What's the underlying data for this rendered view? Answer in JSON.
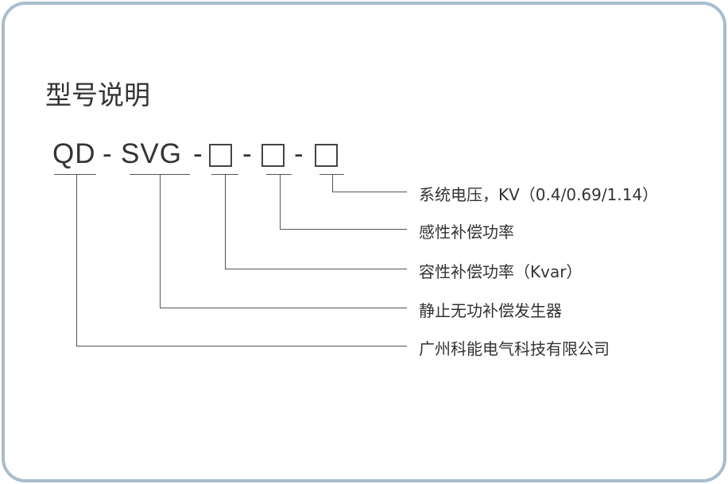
{
  "title": "型号说明",
  "model": {
    "part1": "QD",
    "dash": "-",
    "part2": "SVG"
  },
  "labels": [
    "系统电压，KV（0.4/0.69/1.14）",
    "感性补偿功率",
    "容性补偿功率（Kvar）",
    "静止无功补偿发生器",
    "广州科能电气科技有限公司"
  ],
  "colors": {
    "border": "#a9bdcc",
    "line": "#555555"
  }
}
